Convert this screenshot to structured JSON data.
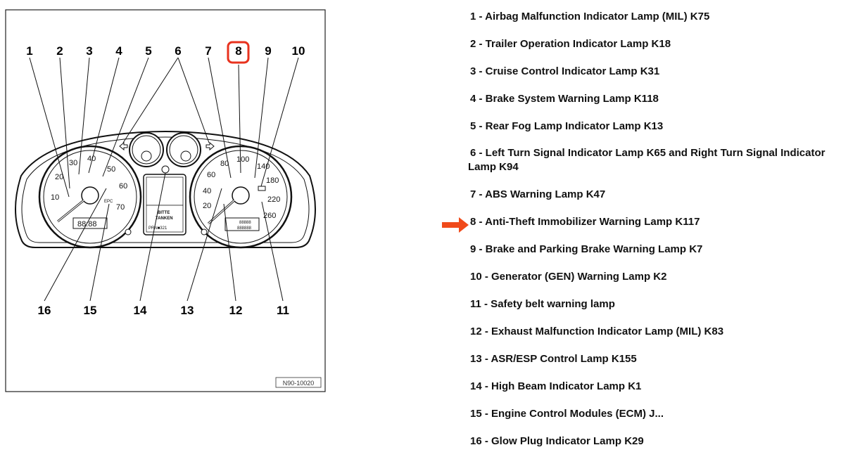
{
  "diagram": {
    "callouts_top": [
      "1",
      "2",
      "3",
      "4",
      "5",
      "6",
      "7",
      "8",
      "9",
      "10"
    ],
    "callouts_bottom": [
      "16",
      "15",
      "14",
      "13",
      "12",
      "11"
    ],
    "highlighted_callout": "8",
    "highlight_color": "#e8321e",
    "reference_code": "N90-10020",
    "left_gauge_labels": [
      "10",
      "20",
      "30",
      "40",
      "50",
      "60",
      "70"
    ],
    "right_gauge_labels": [
      "20",
      "40",
      "60",
      "80",
      "100",
      "140",
      "180",
      "220",
      "260"
    ],
    "display_text_line1": "BITTE",
    "display_text_line2": "TANKEN",
    "display_gear": "PRN■321",
    "clock_display": "88:88",
    "odometer_display": "88888",
    "trip_display": "888888",
    "epc_label": "EPC"
  },
  "legend": {
    "items": [
      "1 - Airbag Malfunction Indicator Lamp (MIL) K75",
      "2 - Trailer Operation Indicator Lamp K18",
      "3 - Cruise Control Indicator Lamp K31",
      "4 - Brake System Warning Lamp K118",
      "5 - Rear Fog Lamp Indicator Lamp K13",
      "6 - Left Turn Signal Indicator Lamp K65 and Right Turn Signal Indicator Lamp K94",
      "7 - ABS Warning Lamp K47",
      "8 - Anti-Theft Immobilizer Warning Lamp K117",
      "9 - Brake and Parking Brake Warning Lamp K7",
      "10 - Generator (GEN) Warning Lamp K2",
      "11 - Safety belt warning lamp",
      "12 - Exhaust Malfunction Indicator Lamp (MIL) K83",
      "13 - ASR/ESP Control Lamp K155",
      "14 - High Beam Indicator Lamp K1",
      "15 - Engine Control Modules (ECM) J...",
      "16 - Glow Plug Indicator Lamp K29"
    ],
    "pointer_color": "#f04a1a"
  }
}
